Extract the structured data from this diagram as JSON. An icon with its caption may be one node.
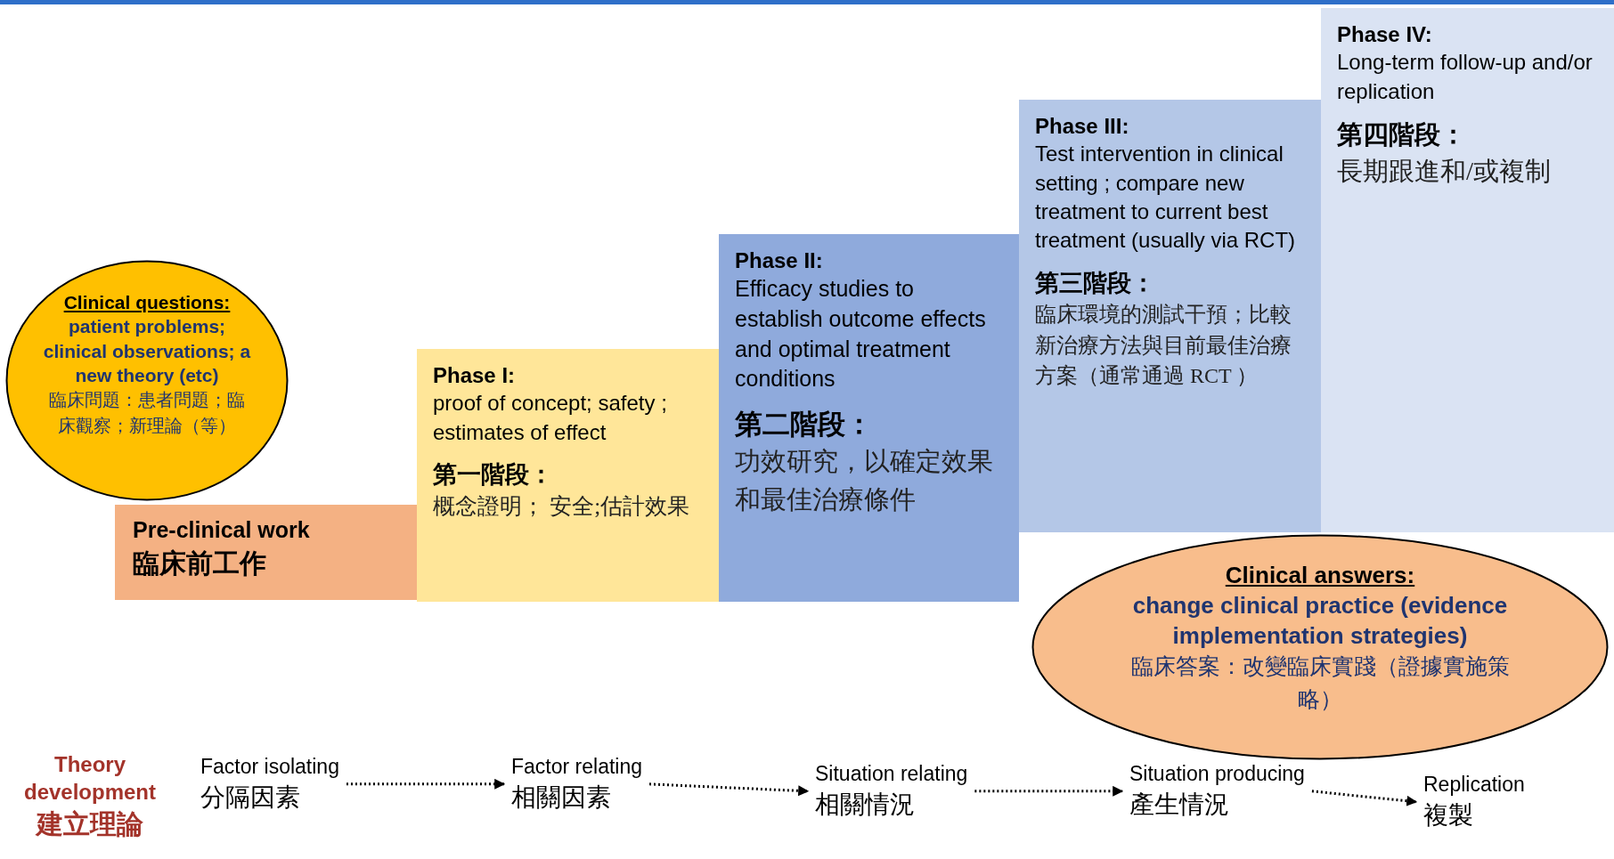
{
  "diagram": {
    "nodes": [
      {
        "text": [
          "Clinical questions:",
          "patient problems; clinical observations; a new theory (etc)",
          "臨床問題：患者問題；臨床觀察；新理論（等）"
        ]
      },
      {
        "text": [
          "Pre-clinical work",
          "臨床前工作"
        ]
      },
      {
        "text": [
          "Phase I:",
          "proof of concept; safety ; estimates of effect",
          "第一階段：",
          "概念證明； 安全;估計效果"
        ]
      },
      {
        "text": [
          "Phase II:",
          "Efficacy studies to establish outcome effects and optimal treatment conditions",
          "第二階段：",
          "功效研究，以確定效果和最佳治療條件"
        ]
      },
      {
        "text": [
          "Phase III:",
          "Test intervention in clinical setting ; compare new treatment to current best treatment (usually via RCT)",
          "第三階段：",
          "臨床環境的測試干預；比較新治療方法與目前最佳治療方案（通常通過 RCT ）"
        ]
      },
      {
        "text": [
          "Phase IV:",
          "Long-term follow-up and/or replication",
          "第四階段：",
          "長期跟進和/或複制"
        ]
      },
      {
        "text": [
          "Clinical answers:",
          "change clinical practice (evidence implementation strategies)",
          "臨床答案：改變臨床實踐（證據實施策略）"
        ]
      },
      {
        "text": [
          "Factor isolating",
          "分隔因素"
        ]
      },
      {
        "text": [
          "Factor relating",
          "相關因素"
        ]
      },
      {
        "text": [
          "Situation relating",
          "相關情況"
        ]
      },
      {
        "text": [
          "Situation producing",
          "產生情況"
        ]
      },
      {
        "text": [
          "Replication",
          "複製"
        ]
      }
    ],
    "edges": [
      {
        "from": 7,
        "to": 8,
        "arrow": "to",
        "style": "dashed"
      },
      {
        "from": 8,
        "to": 9,
        "arrow": "to",
        "style": "dashed"
      },
      {
        "from": 9,
        "to": 10,
        "arrow": "to",
        "style": "dashed"
      },
      {
        "from": 10,
        "to": 11,
        "arrow": "to",
        "style": "dashed"
      }
    ],
    "labels": [
      "Theory development",
      "建立理論"
    ]
  }
}
